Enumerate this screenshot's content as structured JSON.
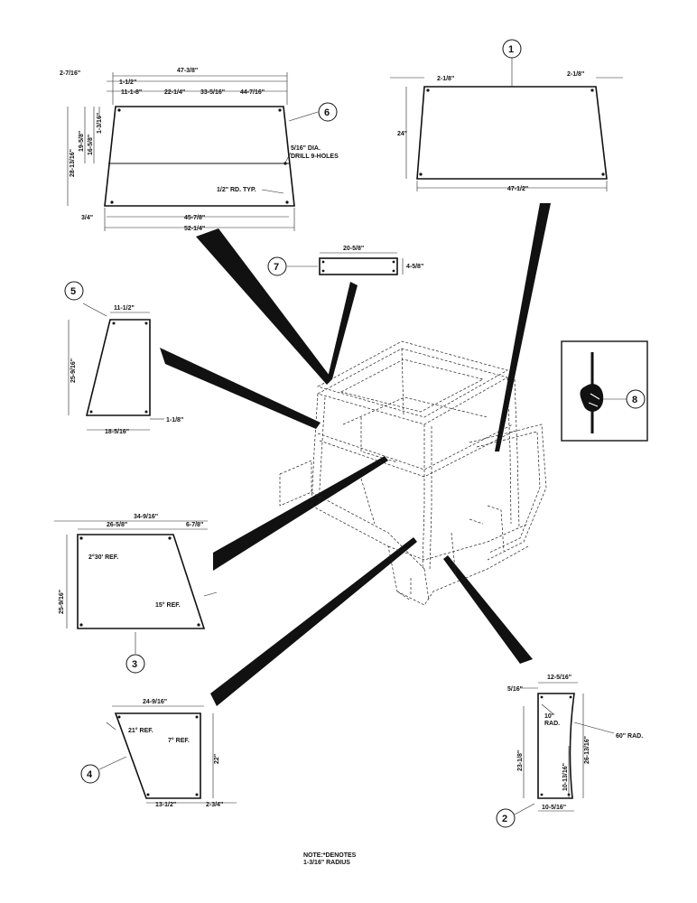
{
  "panels": {
    "p6": {
      "callout": "6",
      "dims": {
        "left_offset": "2-7/16\"",
        "overall_top": "47-3/8\"",
        "top_1": "1-1/2\"",
        "top_2": "11-1-8\"",
        "top_3": "22-1/4\"",
        "top_4": "33-5/16\"",
        "top_5": "44-7/16\"",
        "height_overall": "28-13/16\"",
        "height_a": "19-5/8\"",
        "height_b": "16-5/8\"",
        "height_c": "1-3/16\"",
        "bottom_offset": "3/4\"",
        "bottom_inner": "45-7/8\"",
        "bottom_overall": "52-1/4\""
      },
      "notes": {
        "holes": "5/16\" DIA.",
        "drill": "DRILL 9-HOLES",
        "radius": "1/2\" RD. TYP."
      }
    },
    "p1": {
      "callout": "1",
      "dims": {
        "top_left": "2-1/8\"",
        "top_right": "2-1/8\"",
        "height": "24\"",
        "bottom": "47-1/2\""
      }
    },
    "p7": {
      "callout": "7",
      "dims": {
        "width": "20-5/8\"",
        "height": "4-5/8\""
      }
    },
    "p5": {
      "callout": "5",
      "dims": {
        "top": "11-1/2\"",
        "height": "25-9/16\"",
        "bottom": "18-5/16\"",
        "offset": "1-1/8\""
      }
    },
    "p8": {
      "callout": "8"
    },
    "p3": {
      "callout": "3",
      "dims": {
        "overall": "34-9/16\"",
        "top": "26-5/8\"",
        "right_offset": "6-7/8\"",
        "height": "25-9/16\"",
        "angle_top": "2°30' REF.",
        "angle_side": "15° REF."
      }
    },
    "p4": {
      "callout": "4",
      "dims": {
        "top": "24-9/16\"",
        "angle_left": "21° REF.",
        "angle_right": "7° REF.",
        "height": "22\"",
        "bottom": "13-1/2\"",
        "bottom_offset": "2-3/4\""
      }
    },
    "p2": {
      "callout": "2",
      "dims": {
        "top": "12-5/16\"",
        "top_offset": "5/16\"",
        "radius_small": "10\"",
        "radius_small_label": "RAD.",
        "radius_large": "60\" RAD.",
        "height_left": "23-1/8\"",
        "height_right": "26-13/16\"",
        "height_inner": "10-13/16\"",
        "bottom": "10-5/16\""
      }
    }
  },
  "note": {
    "line1": "NOTE:*DENOTES",
    "line2": "1-3/16\" RADIUS"
  }
}
